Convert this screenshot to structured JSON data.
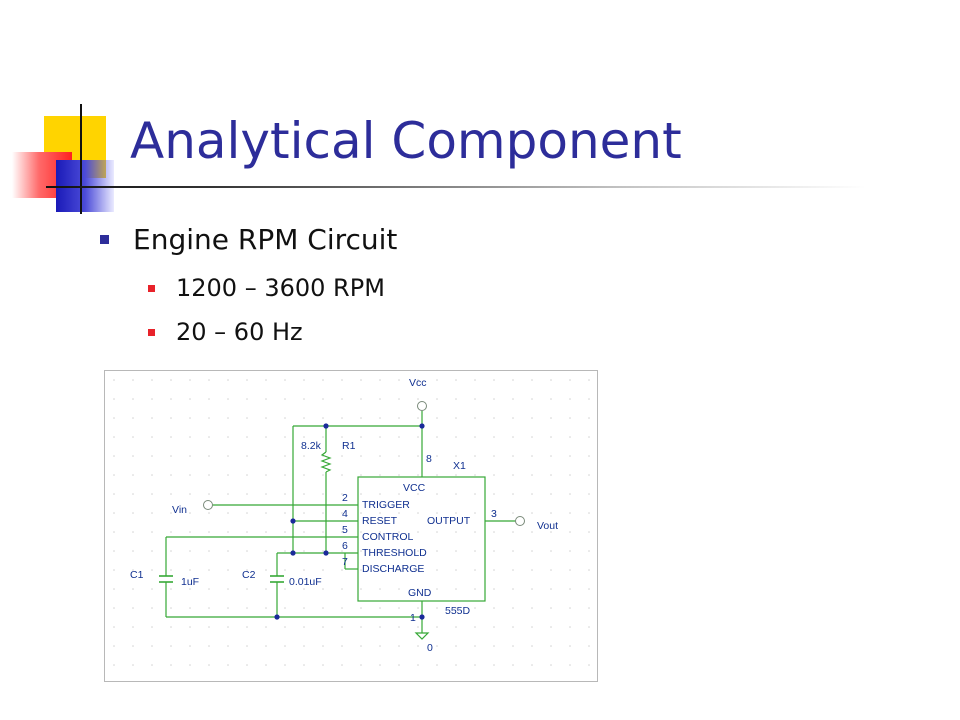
{
  "slide": {
    "title": "Analytical Component",
    "bullet": "Engine RPM Circuit",
    "sub_bullets": [
      "1200 – 3600 RPM",
      "20 – 60 Hz"
    ]
  },
  "schematic": {
    "vcc": "Vcc",
    "r1_value": "8.2k",
    "r1_name": "R1",
    "ic_name": "X1",
    "ic_part": "555D",
    "vin": "Vin",
    "vout": "Vout",
    "c1_name": "C1",
    "c1_value": "1uF",
    "c2_name": "C2",
    "c2_value": "0.01uF",
    "ground": "0",
    "pins": {
      "vcc_num": "8",
      "trigger_num": "2",
      "reset_num": "4",
      "control_num": "5",
      "threshold_num": "6",
      "discharge_num": "7",
      "output_num": "3",
      "gnd_num": "1",
      "vcc": "VCC",
      "trigger": "TRIGGER",
      "reset": "RESET",
      "control": "CONTROL",
      "threshold": "THRESHOLD",
      "discharge": "DISCHARGE",
      "output": "OUTPUT",
      "gnd": "GND"
    }
  },
  "colors": {
    "title": "#2d2d9a",
    "l1_bullet": "#2d2d9a",
    "l2_bullet": "#e8222a",
    "wire": "#36a836",
    "node": "#1a2a9a",
    "label": "#103090"
  }
}
